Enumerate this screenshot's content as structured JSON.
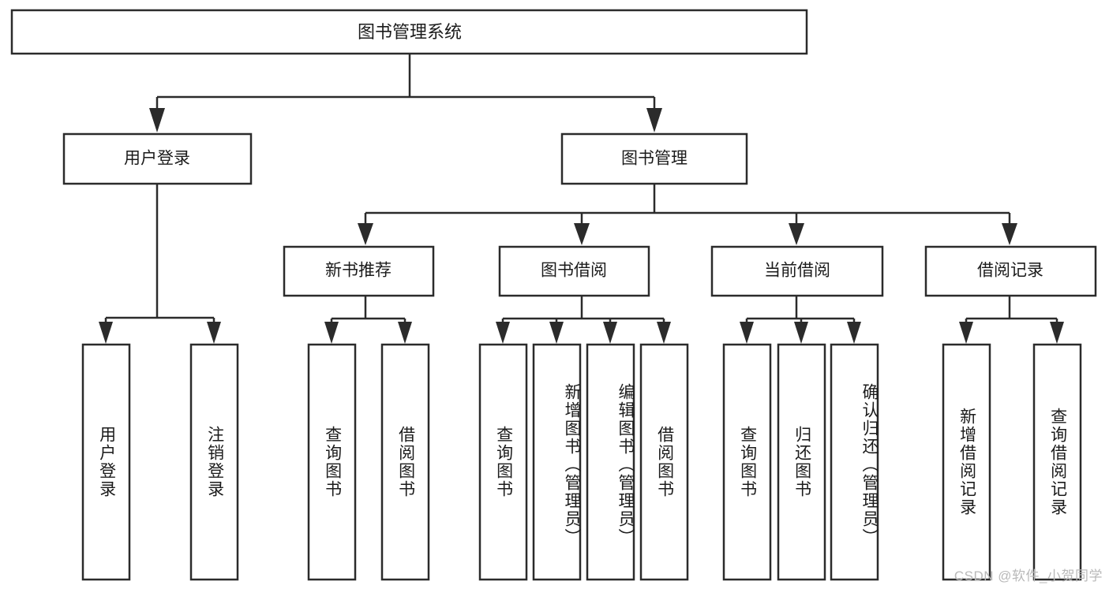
{
  "diagram": {
    "type": "tree",
    "title": "图书管理系统",
    "watermark": "CSDN @软件_小贺同学",
    "colors": {
      "box_stroke": "#2b2b2b",
      "box_fill": "#ffffff",
      "text": "#1b1b1b",
      "watermark": "#b9b9b9",
      "background": "#ffffff"
    },
    "root": {
      "label": "图书管理系统"
    },
    "level2": [
      {
        "label": "用户登录"
      },
      {
        "label": "图书管理"
      }
    ],
    "level3": [
      {
        "label": "新书推荐"
      },
      {
        "label": "图书借阅"
      },
      {
        "label": "当前借阅"
      },
      {
        "label": "借阅记录"
      }
    ],
    "leaves": {
      "user_login": [
        {
          "label": "用户登录"
        },
        {
          "label": "注销登录"
        }
      ],
      "new_book_recommend": [
        {
          "label": "查询图书"
        },
        {
          "label": "借阅图书"
        }
      ],
      "book_borrow": [
        {
          "label": "查询图书"
        },
        {
          "label": "新增图书（管理员）"
        },
        {
          "label": "编辑图书（管理员）"
        },
        {
          "label": "借阅图书"
        }
      ],
      "current_borrow": [
        {
          "label": "查询图书"
        },
        {
          "label": "归还图书"
        },
        {
          "label": "确认归还（管理员）"
        }
      ],
      "borrow_record": [
        {
          "label": "新增借阅记录"
        },
        {
          "label": "查询借阅记录"
        }
      ]
    }
  }
}
